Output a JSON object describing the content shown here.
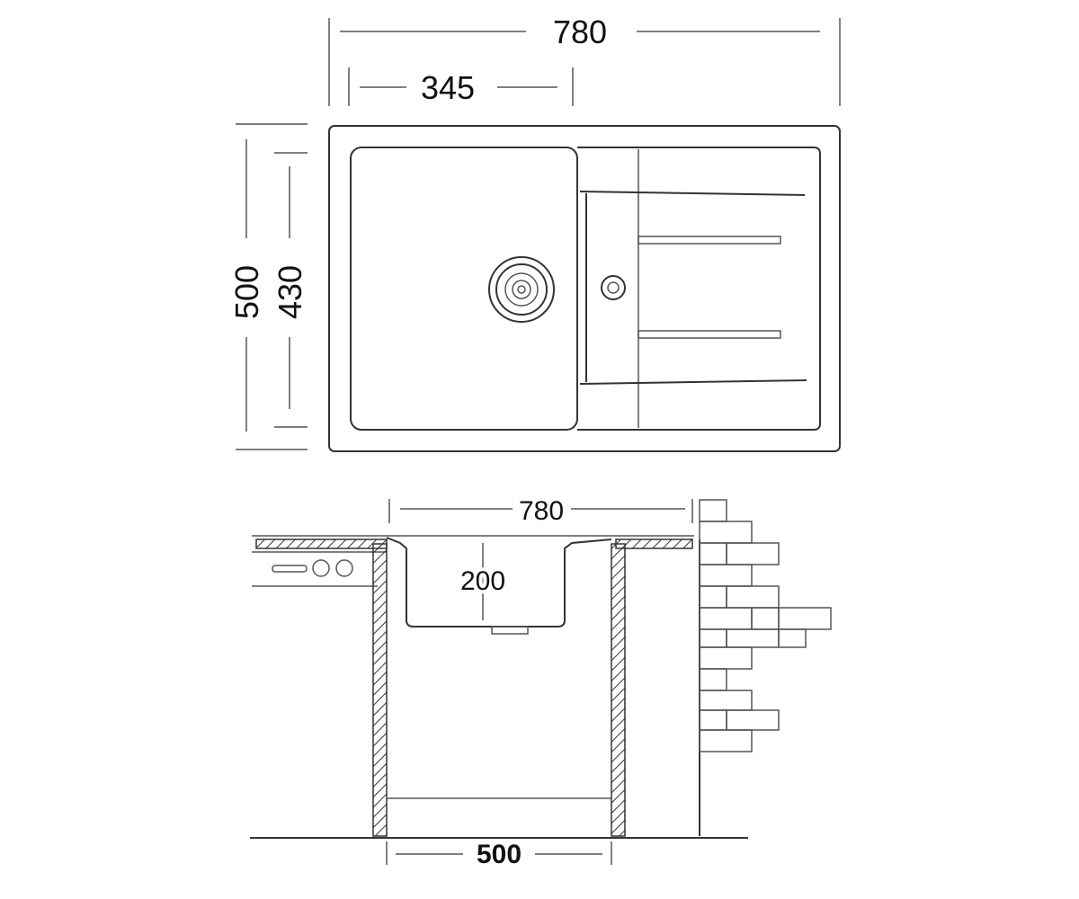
{
  "top_view": {
    "width_overall": "780",
    "bowl_width": "345",
    "depth_overall": "500",
    "bowl_depth": "430"
  },
  "side_view": {
    "width_overall": "780",
    "bowl_depth": "200",
    "cabinet_width": "500"
  },
  "colors": {
    "line": "#333333",
    "background": "#ffffff"
  }
}
